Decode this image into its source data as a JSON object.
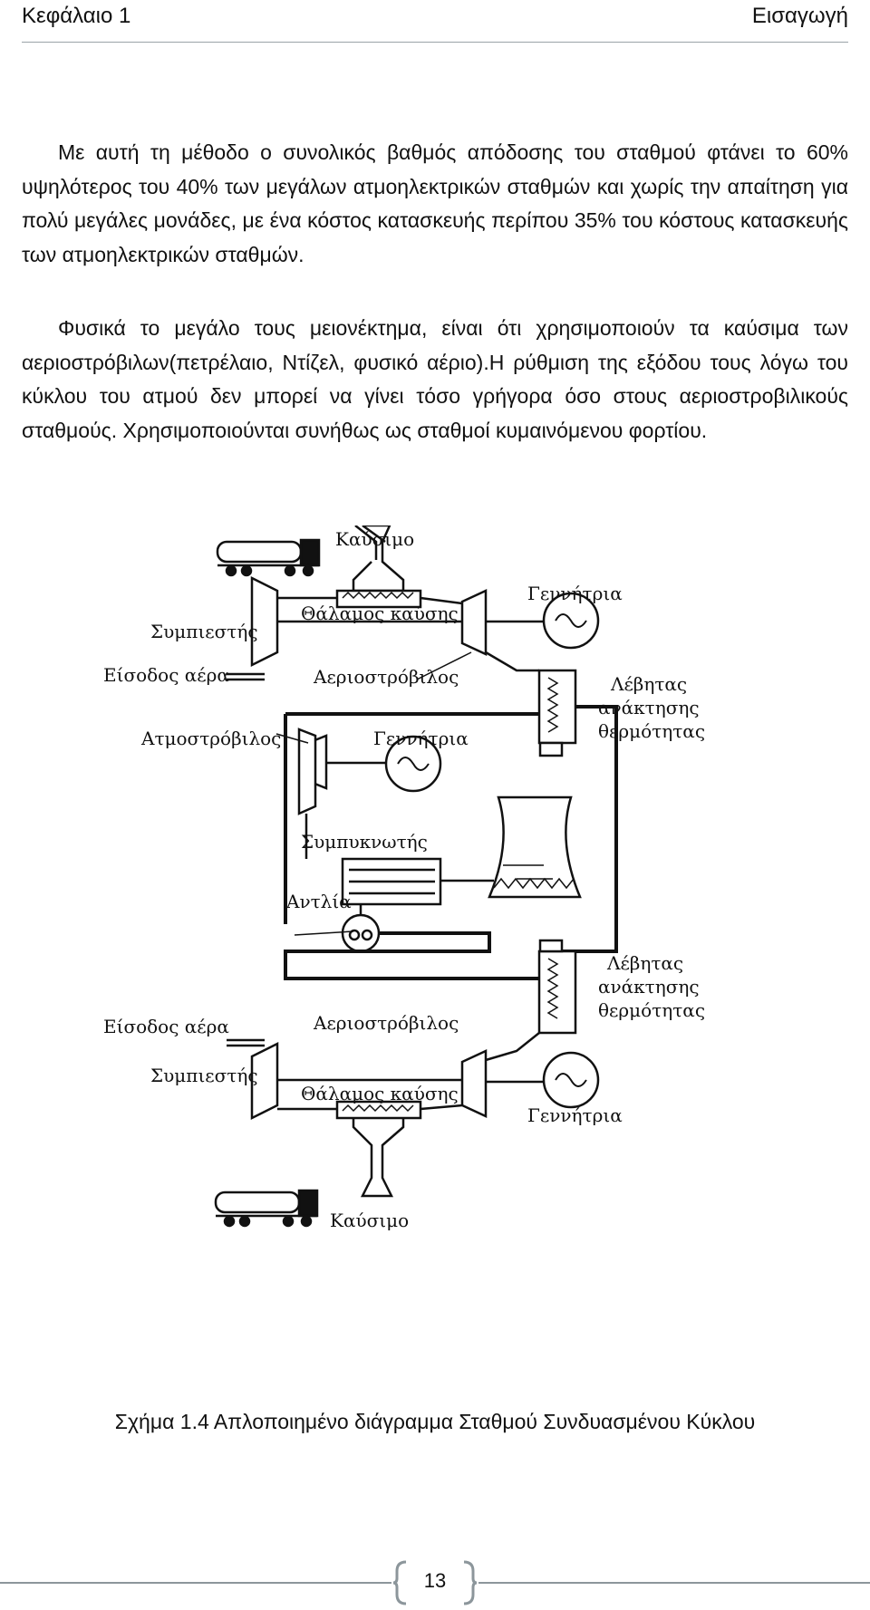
{
  "header": {
    "chapter": "Κεφάλαιο 1",
    "section": "Εισαγωγή"
  },
  "paragraphs": [
    "Με αυτή τη μέθοδο ο συνολικός βαθμός απόδοσης του σταθμού φτάνει το 60%  υψηλότερος του 40% των μεγάλων ατμοηλεκτρικών σταθμών και χωρίς την απαίτηση για πολύ μεγάλες μονάδες, με ένα κόστος κατασκευής περίπου 35% του κόστους κατασκευής των ατμοηλεκτρικών σταθμών.",
    "Φυσικά το μεγάλο τους μειονέκτημα, είναι ότι χρησιμοποιούν τα καύσιμα των αεριοστρόβιλων(πετρέλαιο, Ντίζελ, φυσικό αέριο).Η ρύθμιση της εξόδου τους λόγω του κύκλου του ατμού δεν μπορεί να γίνει τόσο γρήγορα όσο στους αεριοστροβιλικούς σταθμούς. Χρησιμοποιούνται συνήθως ως σταθμοί κυμαινόμενου φορτίου."
  ],
  "diagram": {
    "fuel_top": "Καύσιμο",
    "generator_top": "Γεννήτρια",
    "combustion_top": "Θάλαμος καύσης",
    "compressor_top": "Συμπιεστής",
    "air_inlet_top": "Είσοδος αέρα",
    "gas_turbine_top": "Αεριοστρόβιλος",
    "boiler_top_1": "Λέβητας",
    "boiler_top_2": "ανάκτησης",
    "boiler_top_3": "θερμότητας",
    "steam_turbine": "Ατμοστρόβιλος",
    "generator_mid": "Γεννήτρια",
    "condenser": "Συμπυκνωτής",
    "pump": "Αντλία",
    "boiler_bot_1": "Λέβητας",
    "boiler_bot_2": "ανάκτησης",
    "boiler_bot_3": "θερμότητας",
    "air_inlet_bot": "Είσοδος αέρα",
    "gas_turbine_bot": "Αεριοστρόβιλος",
    "compressor_bot": "Συμπιεστής",
    "combustion_bot": "Θάλαμος καύσης",
    "generator_bot": "Γεννήτρια",
    "fuel_bot": "Καύσιμο"
  },
  "caption": "Σχήμα 1.4 Απλοποιημένο διάγραμμα Σταθμού Συνδυασμένου Κύκλου",
  "page_number": "13"
}
